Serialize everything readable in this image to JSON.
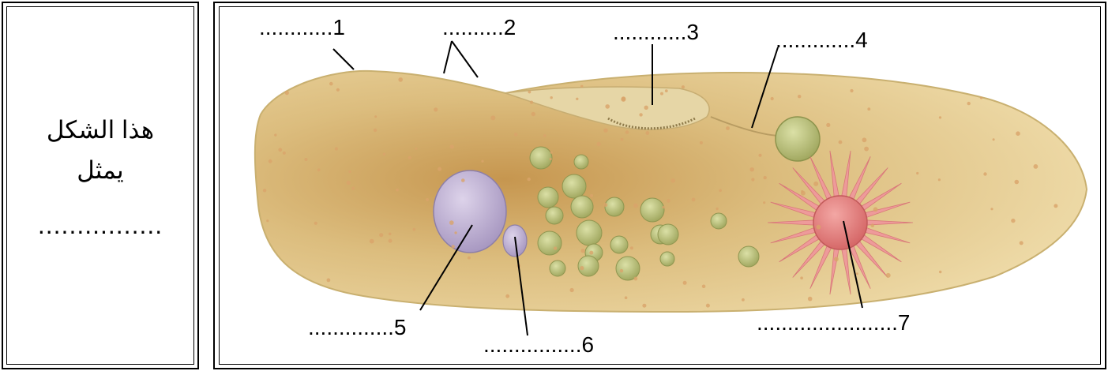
{
  "question": {
    "line1": "هذا الشكل",
    "line2": "يمثل",
    "blank": "................"
  },
  "labels": [
    {
      "id": "1",
      "text": "............1"
    },
    {
      "id": "2",
      "text": "..........2"
    },
    {
      "id": "3",
      "text": "............3"
    },
    {
      "id": "4",
      "text": ".............4"
    },
    {
      "id": "5",
      "text": "..............5"
    },
    {
      "id": "6",
      "text": "................6"
    },
    {
      "id": "7",
      "text": ".......................7"
    }
  ],
  "colors": {
    "cell_body": "#e8d29a",
    "cell_center": "#c99b5a",
    "cilia": "#9b9b9b",
    "vacuole_large": "#b7a8c9",
    "food_vacuole": "#b9c27a",
    "contractile": "#e27b7b"
  }
}
